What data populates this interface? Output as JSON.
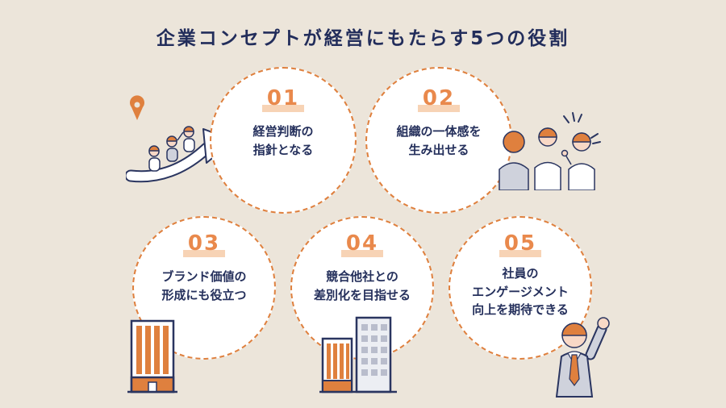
{
  "title": "企業コンセプトが経営にもたらす5つの役割",
  "colors": {
    "background": "#ece5da",
    "accent_orange": "#df803e",
    "number_orange": "#e9894c",
    "highlight_peach": "#f7d3b5",
    "text_navy": "#25305c",
    "circle_fill": "#ffffff"
  },
  "circles": [
    {
      "number": "01",
      "line1": "経営判断の",
      "line2": "指針となる"
    },
    {
      "number": "02",
      "line1": "組織の一体感を",
      "line2": "生み出せる"
    },
    {
      "number": "03",
      "line1": "ブランド価値の",
      "line2": "形成にも役立つ"
    },
    {
      "number": "04",
      "line1": "競合他社との",
      "line2": "差別化を目指せる"
    },
    {
      "number": "05",
      "line1": "社員の",
      "line2": "エンゲージメント",
      "line3": "向上を期待できる"
    }
  ],
  "illustrations": {
    "top_left": "people-riding-arrow-icon",
    "top_right": "people-discussing-icon",
    "bottom_left": "striped-building-icon",
    "bottom_center": "two-buildings-icon",
    "bottom_right": "businessman-fist-raised-icon"
  }
}
